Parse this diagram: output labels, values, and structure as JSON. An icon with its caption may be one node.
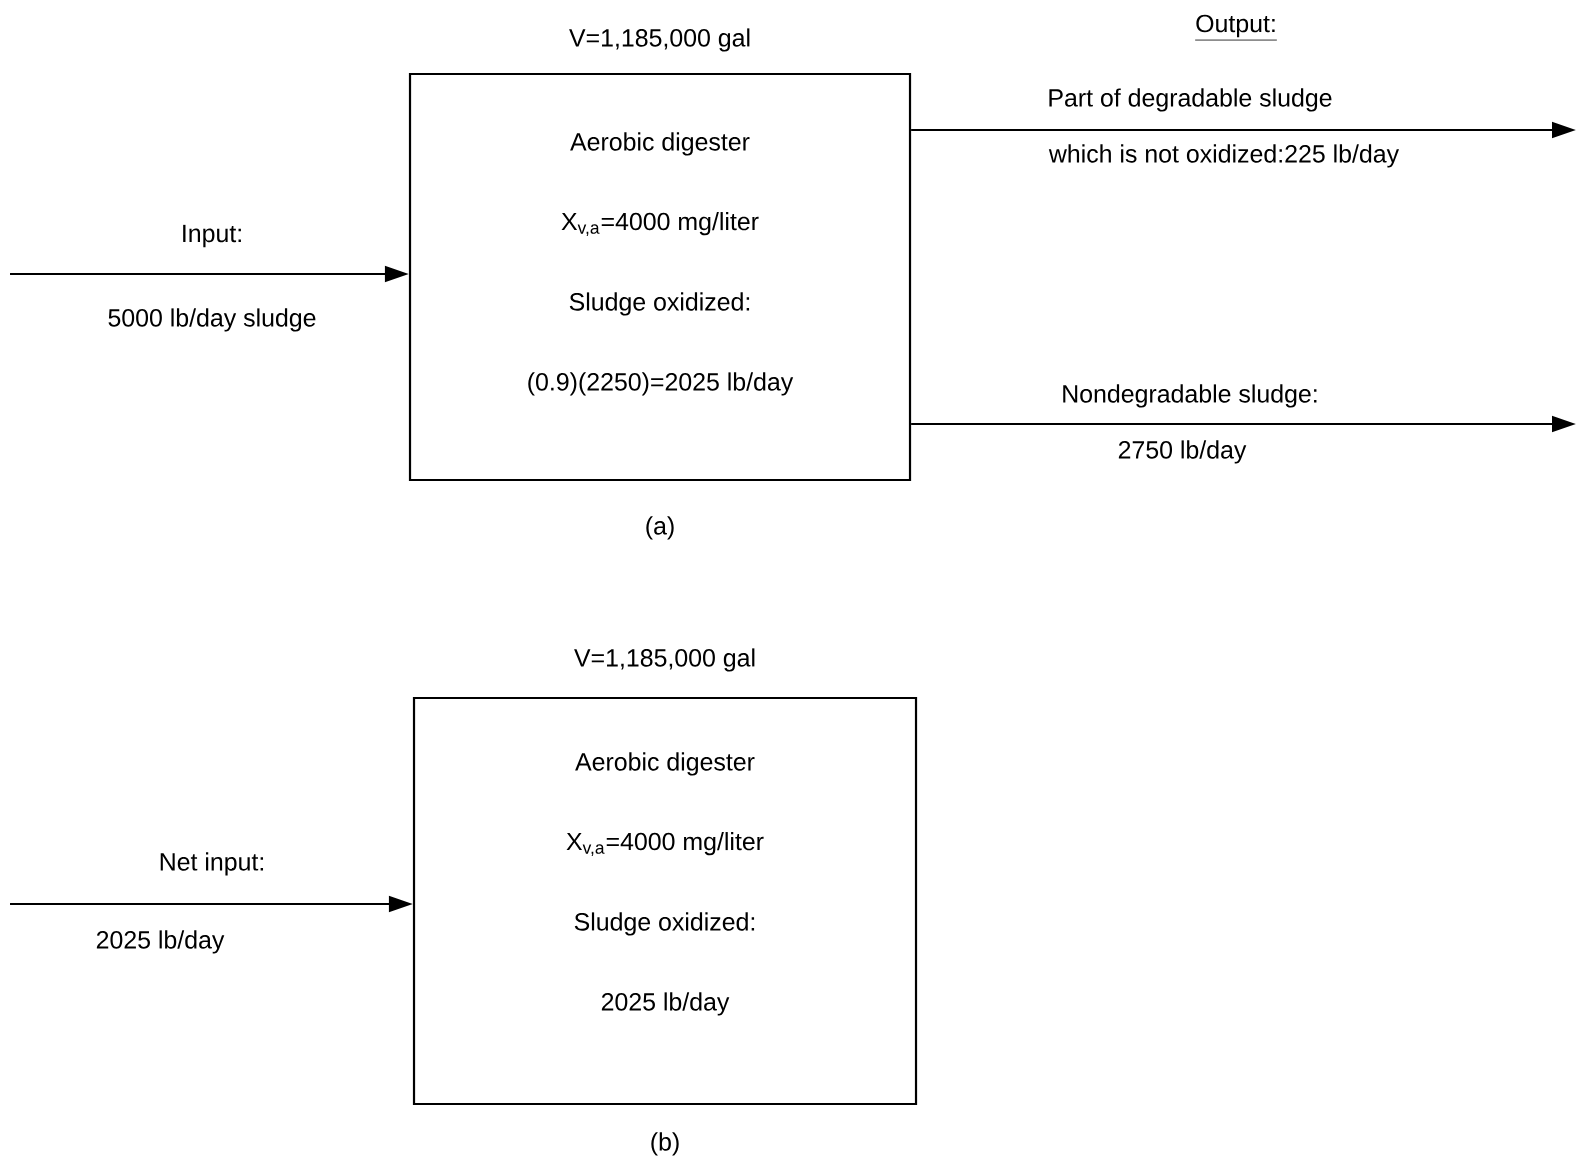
{
  "diagram": {
    "nodes": [
      {
        "text": [
          "V=1,185,000 gal",
          "Aerobic digester",
          "X$_{v,a}$=4000 mg/liter",
          "Sludge oxidized:",
          "(0.9)(2250)=2025 lb/day"
        ],
        "beside": [
          "(a)"
        ]
      },
      {
        "text": [
          "V=1,185,000 gal",
          "Aerobic digester",
          "X$_{v,a}$=4000 mg/liter",
          "Sludge oxidized:",
          "2025 lb/day"
        ],
        "beside": [
          "(b)"
        ]
      }
    ],
    "edges": [
      {
        "from": null,
        "to": 0,
        "arrow": "to",
        "label": "Input:"
      },
      {
        "from": 0,
        "to": null,
        "arrow": "to",
        "label": "Part of degradable sludge"
      },
      {
        "from": 0,
        "to": null,
        "arrow": "to",
        "label": "Nondegradable sludge:"
      },
      {
        "from": null,
        "to": 1,
        "arrow": "to",
        "label": "Net input:"
      }
    ],
    "labels": [
      "Output:",
      "5000 lb/day sludge",
      "which is not oxidized:225 lb/day",
      "2750 lb/day",
      "2025 lb/day"
    ]
  }
}
